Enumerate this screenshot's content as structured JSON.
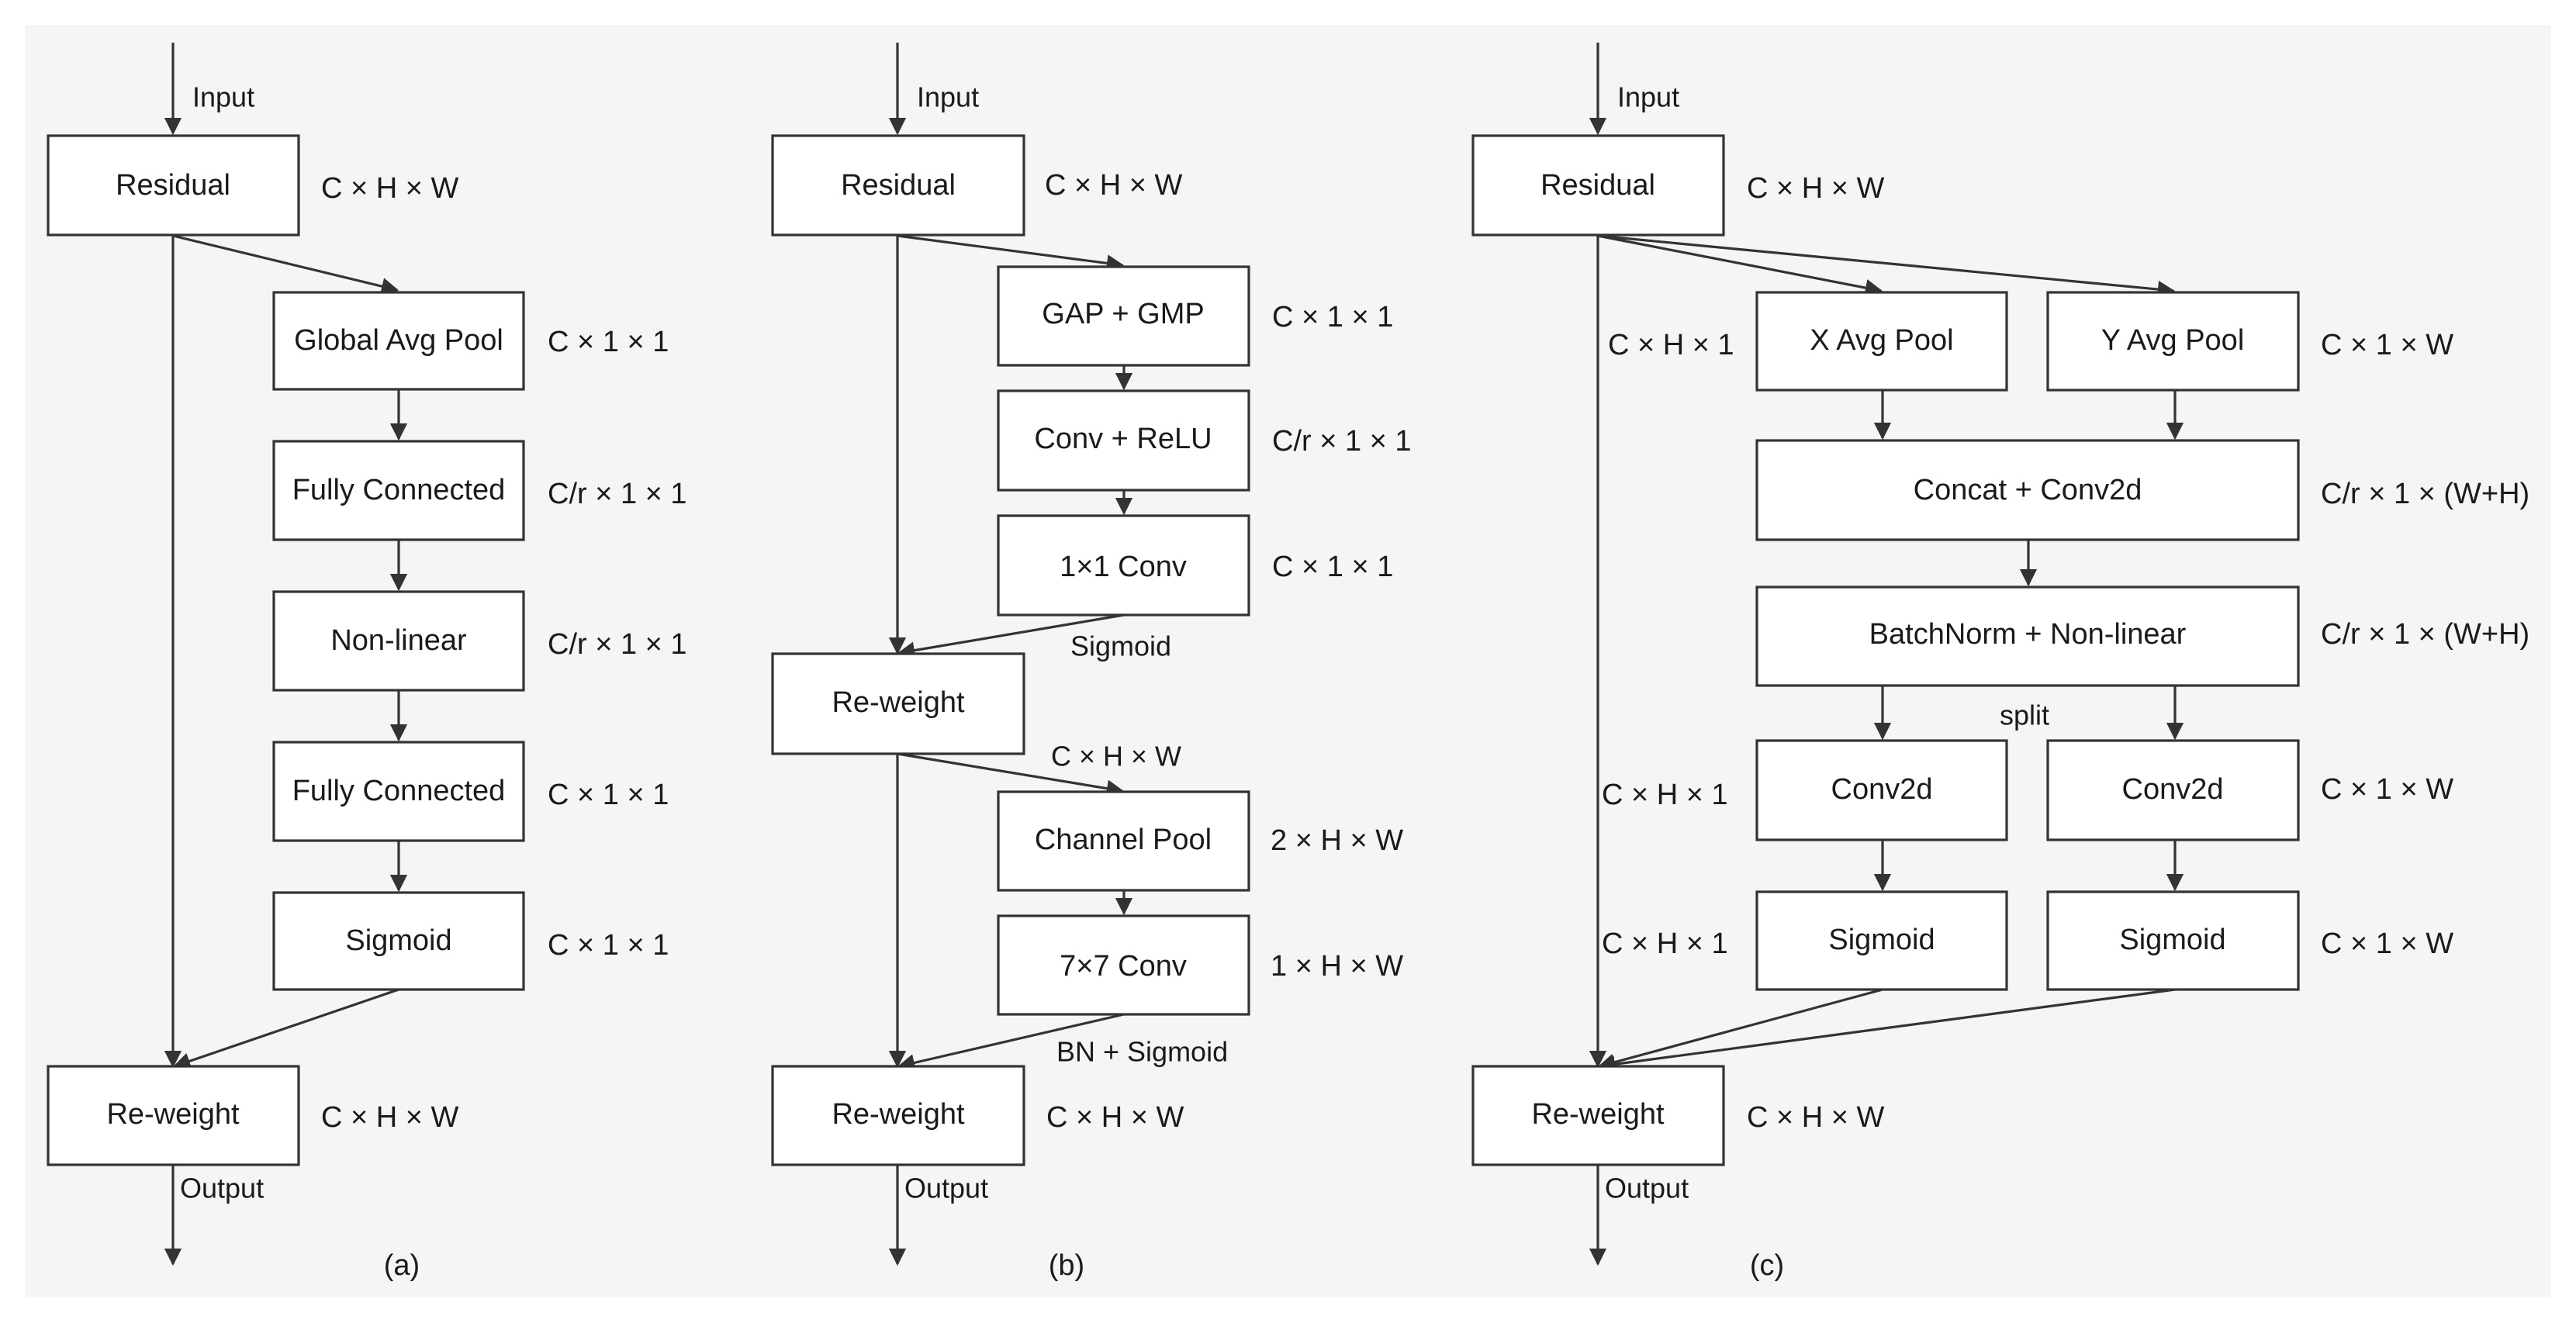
{
  "colors": {
    "background": "#f5f5f5",
    "panel": "#ffffff",
    "stroke": "#333333",
    "text": "#1a1a1a"
  },
  "panels": [
    {
      "caption": "(a)",
      "input_label": "Input",
      "output_label": "Output",
      "residual": {
        "label": "Residual",
        "dim": "C × H × W"
      },
      "branch": [
        {
          "label": "Global Avg Pool",
          "dim": "C × 1 × 1"
        },
        {
          "label": "Fully Connected",
          "dim": "C/r × 1 × 1"
        },
        {
          "label": "Non-linear",
          "dim": "C/r × 1 × 1"
        },
        {
          "label": "Fully Connected",
          "dim": "C × 1 × 1"
        },
        {
          "label": "Sigmoid",
          "dim": "C × 1 × 1"
        }
      ],
      "reweight": {
        "label": "Re-weight",
        "dim": "C × H × W"
      }
    },
    {
      "caption": "(b)",
      "input_label": "Input",
      "output_label": "Output",
      "residual": {
        "label": "Residual",
        "dim": "C × H × W"
      },
      "channel_branch": [
        {
          "label": "GAP + GMP",
          "dim": "C × 1 × 1"
        },
        {
          "label": "Conv + ReLU",
          "dim": "C/r × 1 × 1"
        },
        {
          "label": "1×1 Conv",
          "dim": "C × 1 × 1"
        }
      ],
      "channel_activation": "Sigmoid",
      "reweight1": {
        "label": "Re-weight"
      },
      "reweight1_out_dim": "C × H × W",
      "spatial_branch": [
        {
          "label": "Channel Pool",
          "dim": "2 × H × W"
        },
        {
          "label": "7×7 Conv",
          "dim": "1 × H × W"
        }
      ],
      "spatial_activation": "BN + Sigmoid",
      "reweight2": {
        "label": "Re-weight",
        "dim": "C × H × W"
      }
    },
    {
      "caption": "(c)",
      "input_label": "Input",
      "output_label": "Output",
      "residual": {
        "label": "Residual",
        "dim": "C × H × W"
      },
      "x_pool": {
        "label": "X Avg Pool",
        "dim": "C × H × 1"
      },
      "y_pool": {
        "label": "Y Avg Pool",
        "dim": "C × 1 × W"
      },
      "concat": {
        "label": "Concat + Conv2d",
        "dim": "C/r × 1 × (W+H)"
      },
      "bn": {
        "label": "BatchNorm + Non-linear",
        "dim": "C/r × 1 × (W+H)"
      },
      "split_label": "split",
      "x_conv": {
        "label": "Conv2d",
        "dim": "C × H × 1"
      },
      "y_conv": {
        "label": "Conv2d",
        "dim": "C × 1 × W"
      },
      "x_sig": {
        "label": "Sigmoid",
        "dim": "C × H × 1"
      },
      "y_sig": {
        "label": "Sigmoid",
        "dim": "C × 1 × W"
      },
      "reweight": {
        "label": "Re-weight",
        "dim": "C × H × W"
      }
    }
  ]
}
